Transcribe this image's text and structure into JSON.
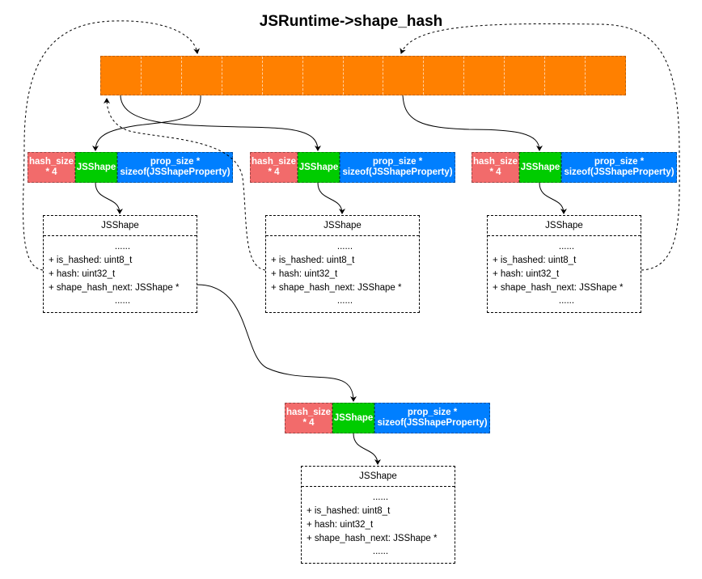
{
  "title": "JSRuntime->shape_hash",
  "bucket_count": 13,
  "header": {
    "red_label": "hash_size\n* 4",
    "green_label": "JSShape",
    "blue_label": "prop_size *\nsizeof(JSShapeProperty)"
  },
  "shape": {
    "title": "JSShape",
    "dots": "......",
    "fields": [
      "+ is_hashed: uint8_t",
      "+ hash: uint32_t",
      "+ shape_hash_next: JSShape *"
    ]
  },
  "colors": {
    "bucket": "#ff8000",
    "hash_size": "#f26b6b",
    "jsshape": "#00cc00",
    "prop_size": "#007fff"
  }
}
